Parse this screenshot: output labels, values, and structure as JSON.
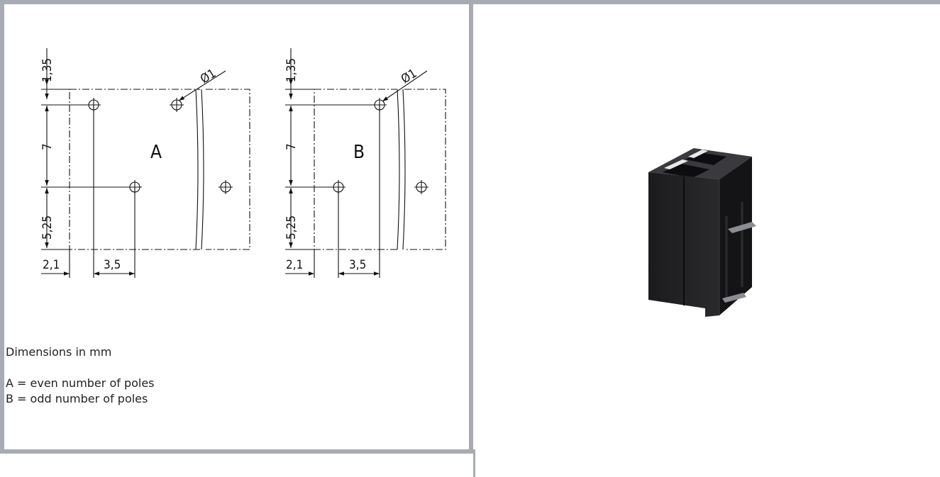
{
  "drawing": {
    "dim_offset_top": "1,35",
    "dim_pitch_vertical": "7",
    "dim_offset_lower": "5,25",
    "dim_offset_left": "2,1",
    "dim_pitch_horizontal": "3,5",
    "hole_diameter": "Ø1",
    "variant_a_label": "A",
    "variant_b_label": "B"
  },
  "notes": {
    "units": "Dimensions in mm",
    "legend_a": "A = even number of poles",
    "legend_b": "B = odd number of poles"
  },
  "colors": {
    "frame": "#a9abb4",
    "housing": "#1e1e20"
  }
}
